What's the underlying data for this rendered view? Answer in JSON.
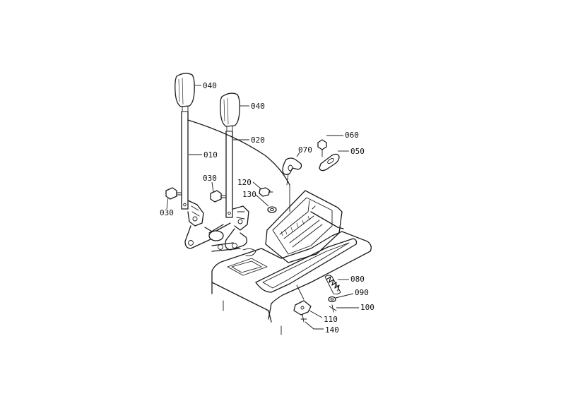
{
  "diagram": {
    "callouts": [
      {
        "id": "c040a",
        "label": "040"
      },
      {
        "id": "c040b",
        "label": "040"
      },
      {
        "id": "c020",
        "label": "020"
      },
      {
        "id": "c010",
        "label": "010"
      },
      {
        "id": "c030a",
        "label": "030"
      },
      {
        "id": "c030b",
        "label": "030"
      },
      {
        "id": "c060",
        "label": "060"
      },
      {
        "id": "c070",
        "label": "070"
      },
      {
        "id": "c050",
        "label": "050"
      },
      {
        "id": "c120",
        "label": "120"
      },
      {
        "id": "c130",
        "label": "130"
      },
      {
        "id": "c080",
        "label": "080"
      },
      {
        "id": "c090",
        "label": "090"
      },
      {
        "id": "c100",
        "label": "100"
      },
      {
        "id": "c110",
        "label": "110"
      },
      {
        "id": "c140",
        "label": "140"
      }
    ]
  }
}
